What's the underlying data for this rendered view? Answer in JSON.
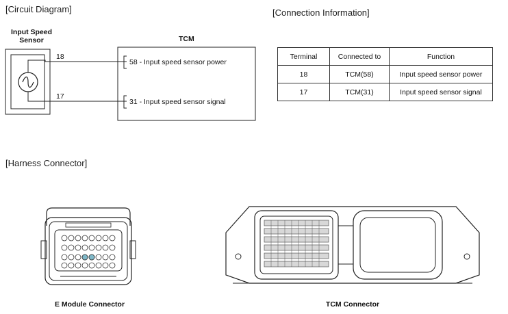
{
  "circuit": {
    "section_title": "[Circuit Diagram]",
    "sensor_label_line1": "Input Speed",
    "sensor_label_line2": "Sensor",
    "tcm_label": "TCM",
    "pin_18": "18",
    "pin_17": "17",
    "tcm_pin_58": "58 - Input speed sensor power",
    "tcm_pin_31": "31 - Input speed sensor signal"
  },
  "connection": {
    "section_title": "[Connection Information]",
    "headers": [
      "Terminal",
      "Connected to",
      "Function"
    ],
    "rows": [
      [
        "18",
        "TCM(58)",
        "Input speed sensor power"
      ],
      [
        "17",
        "TCM(31)",
        "Input speed sensor signal"
      ]
    ]
  },
  "harness": {
    "section_title": "[Harness Connector]",
    "e_module_label": "E Module Connector",
    "tcm_connector_label": "TCM Connector"
  }
}
